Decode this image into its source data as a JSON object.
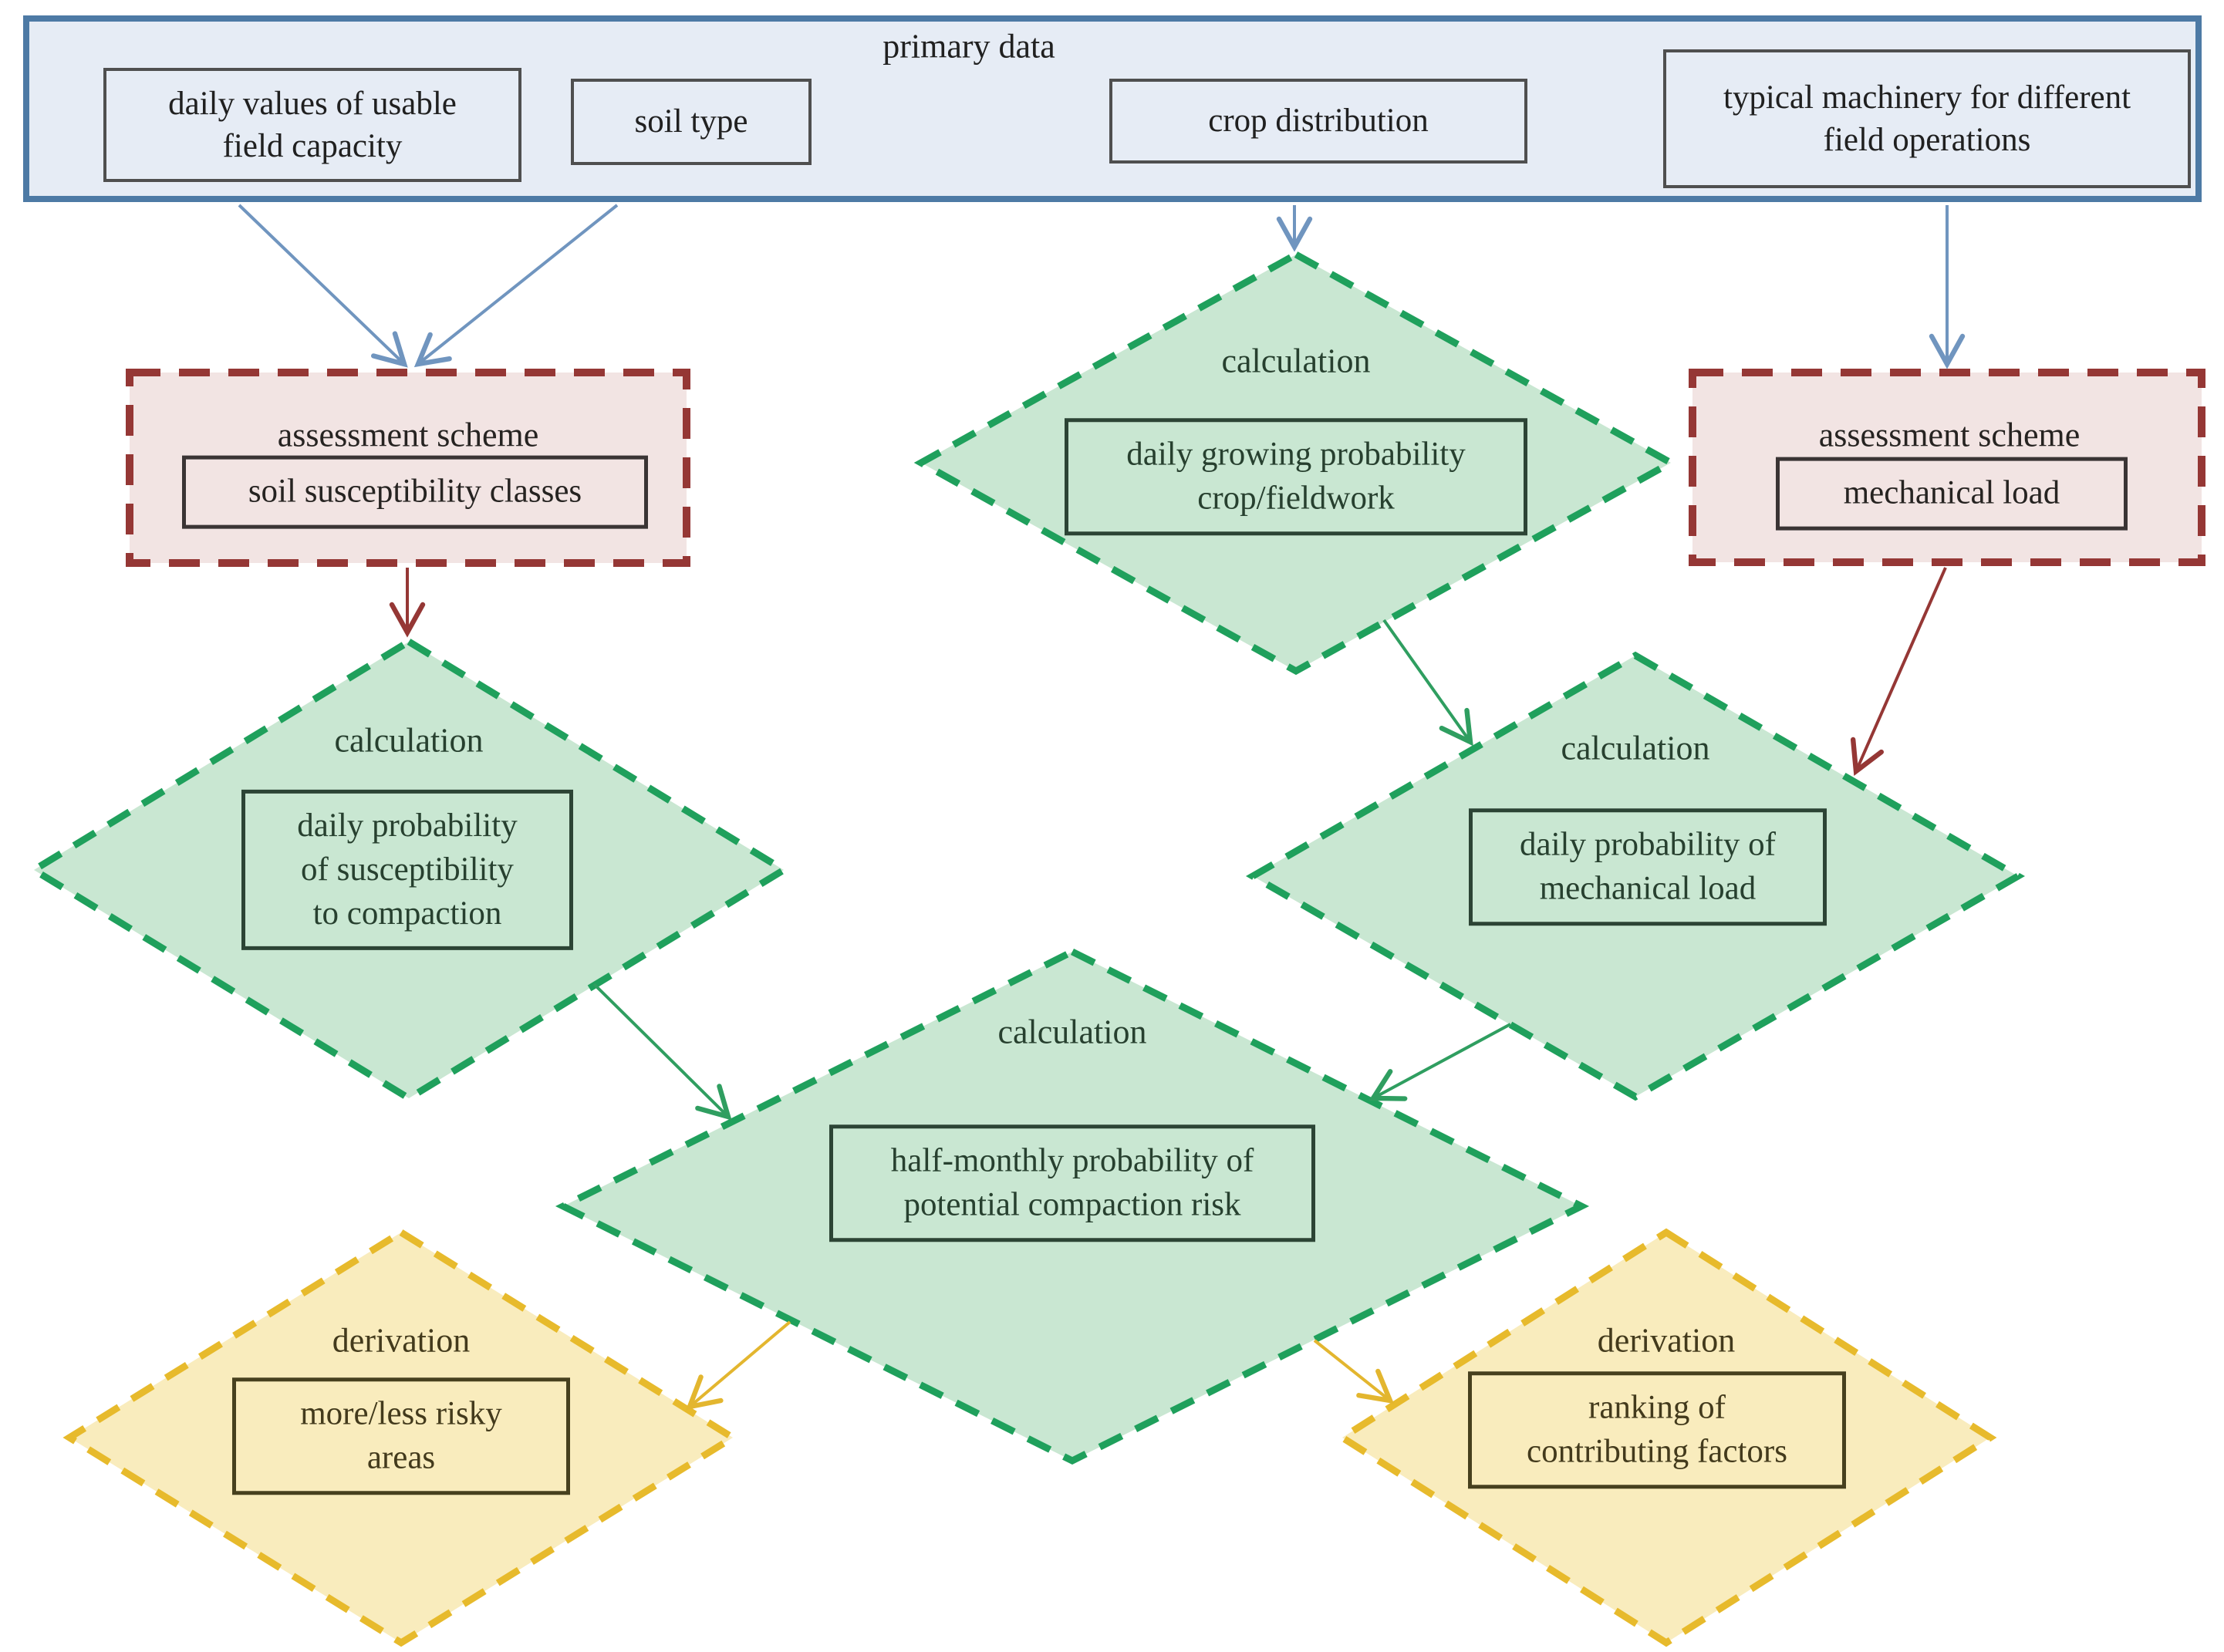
{
  "figure": {
    "type": "flowchart",
    "description": "workflow for assessing potential soil compaction risk"
  },
  "colors": {
    "primary_border": "#4d7aa5",
    "primary_fill": "#e6ecf5",
    "assessment_border": "#953735",
    "assessment_fill": "#f2e4e3",
    "calculation_border": "#1fa05c",
    "calculation_fill": "#c9e7d2",
    "derivation_border": "#e7ba2c",
    "derivation_fill": "#f9ecbd",
    "arrow_blue": "#7095bf",
    "arrow_red": "#953735",
    "arrow_green": "#2f9e60",
    "arrow_yellow": "#e3b62f"
  },
  "primary": {
    "label": "primary data",
    "items": [
      "daily values of usable\nfield capacity",
      "soil type",
      "crop distribution",
      "typical machinery for different\nfield operations"
    ]
  },
  "assessment_schemes": [
    {
      "label": "assessment scheme",
      "content": "soil susceptibility classes"
    },
    {
      "label": "assessment scheme",
      "content": "mechanical load"
    }
  ],
  "calculations": [
    {
      "label": "calculation",
      "content": "daily growing probability\ncrop/fieldwork"
    },
    {
      "label": "calculation",
      "content": "daily probability\nof susceptibility\nto compaction"
    },
    {
      "label": "calculation",
      "content": "daily probability of\nmechanical load"
    },
    {
      "label": "calculation",
      "content": "half-monthly probability of\npotential compaction risk"
    }
  ],
  "derivations": [
    {
      "label": "derivation",
      "content": "more/less risky\nareas"
    },
    {
      "label": "derivation",
      "content": "ranking of\ncontributing factors"
    }
  ]
}
